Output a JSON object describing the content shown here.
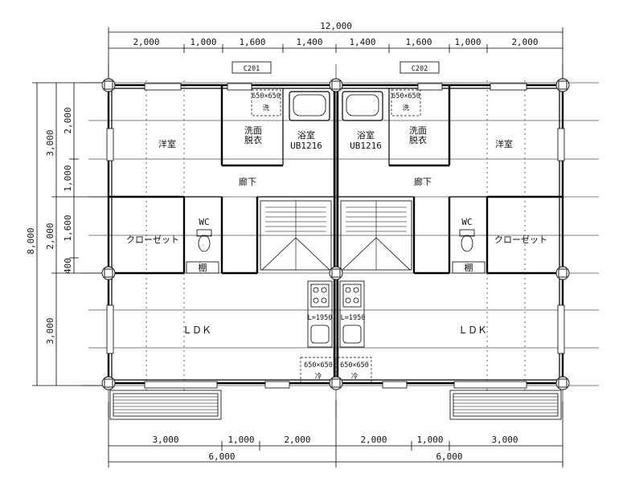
{
  "dimensions": {
    "overall_width": "12,000",
    "top_segments": [
      "2,000",
      "1,000",
      "1,600",
      "1,400",
      "1,400",
      "1,600",
      "1,000",
      "2,000"
    ],
    "bottom_segments": [
      "3,000",
      "1,000",
      "2,000",
      "2,000",
      "1,000",
      "3,000"
    ],
    "bottom_halves": [
      "6,000",
      "6,000"
    ],
    "left_total": "8,000",
    "left_outer": [
      "3,000",
      "2,000",
      "3,000"
    ],
    "left_inner": [
      "2,000",
      "1,000",
      "1,600",
      "400"
    ]
  },
  "units": {
    "left": {
      "tag": "C201",
      "rooms": {
        "bedroom": "洋室",
        "washroom": [
          "洗面",
          "脱衣"
        ],
        "bath": [
          "浴室",
          "UB1216"
        ],
        "hallway": "廊下",
        "wc": "WC",
        "closet": "クローゼット",
        "shelf": "棚",
        "ldk": "ＬＤＫ",
        "washer_size": "650×650",
        "washer": "洗",
        "fridge_size": "650×650",
        "fridge": "冷",
        "kitchen": "L=1950"
      }
    },
    "right": {
      "tag": "C202",
      "rooms": {
        "bedroom": "洋室",
        "washroom": [
          "洗面",
          "脱衣"
        ],
        "bath": [
          "浴室",
          "UB1216"
        ],
        "hallway": "廊下",
        "wc": "WC",
        "closet": "クローゼット",
        "shelf": "棚",
        "ldk": "ＬＤＫ",
        "washer_size": "650×650",
        "washer": "洗",
        "fridge_size": "650×650",
        "fridge": "冷",
        "kitchen": "L=1950"
      }
    }
  }
}
